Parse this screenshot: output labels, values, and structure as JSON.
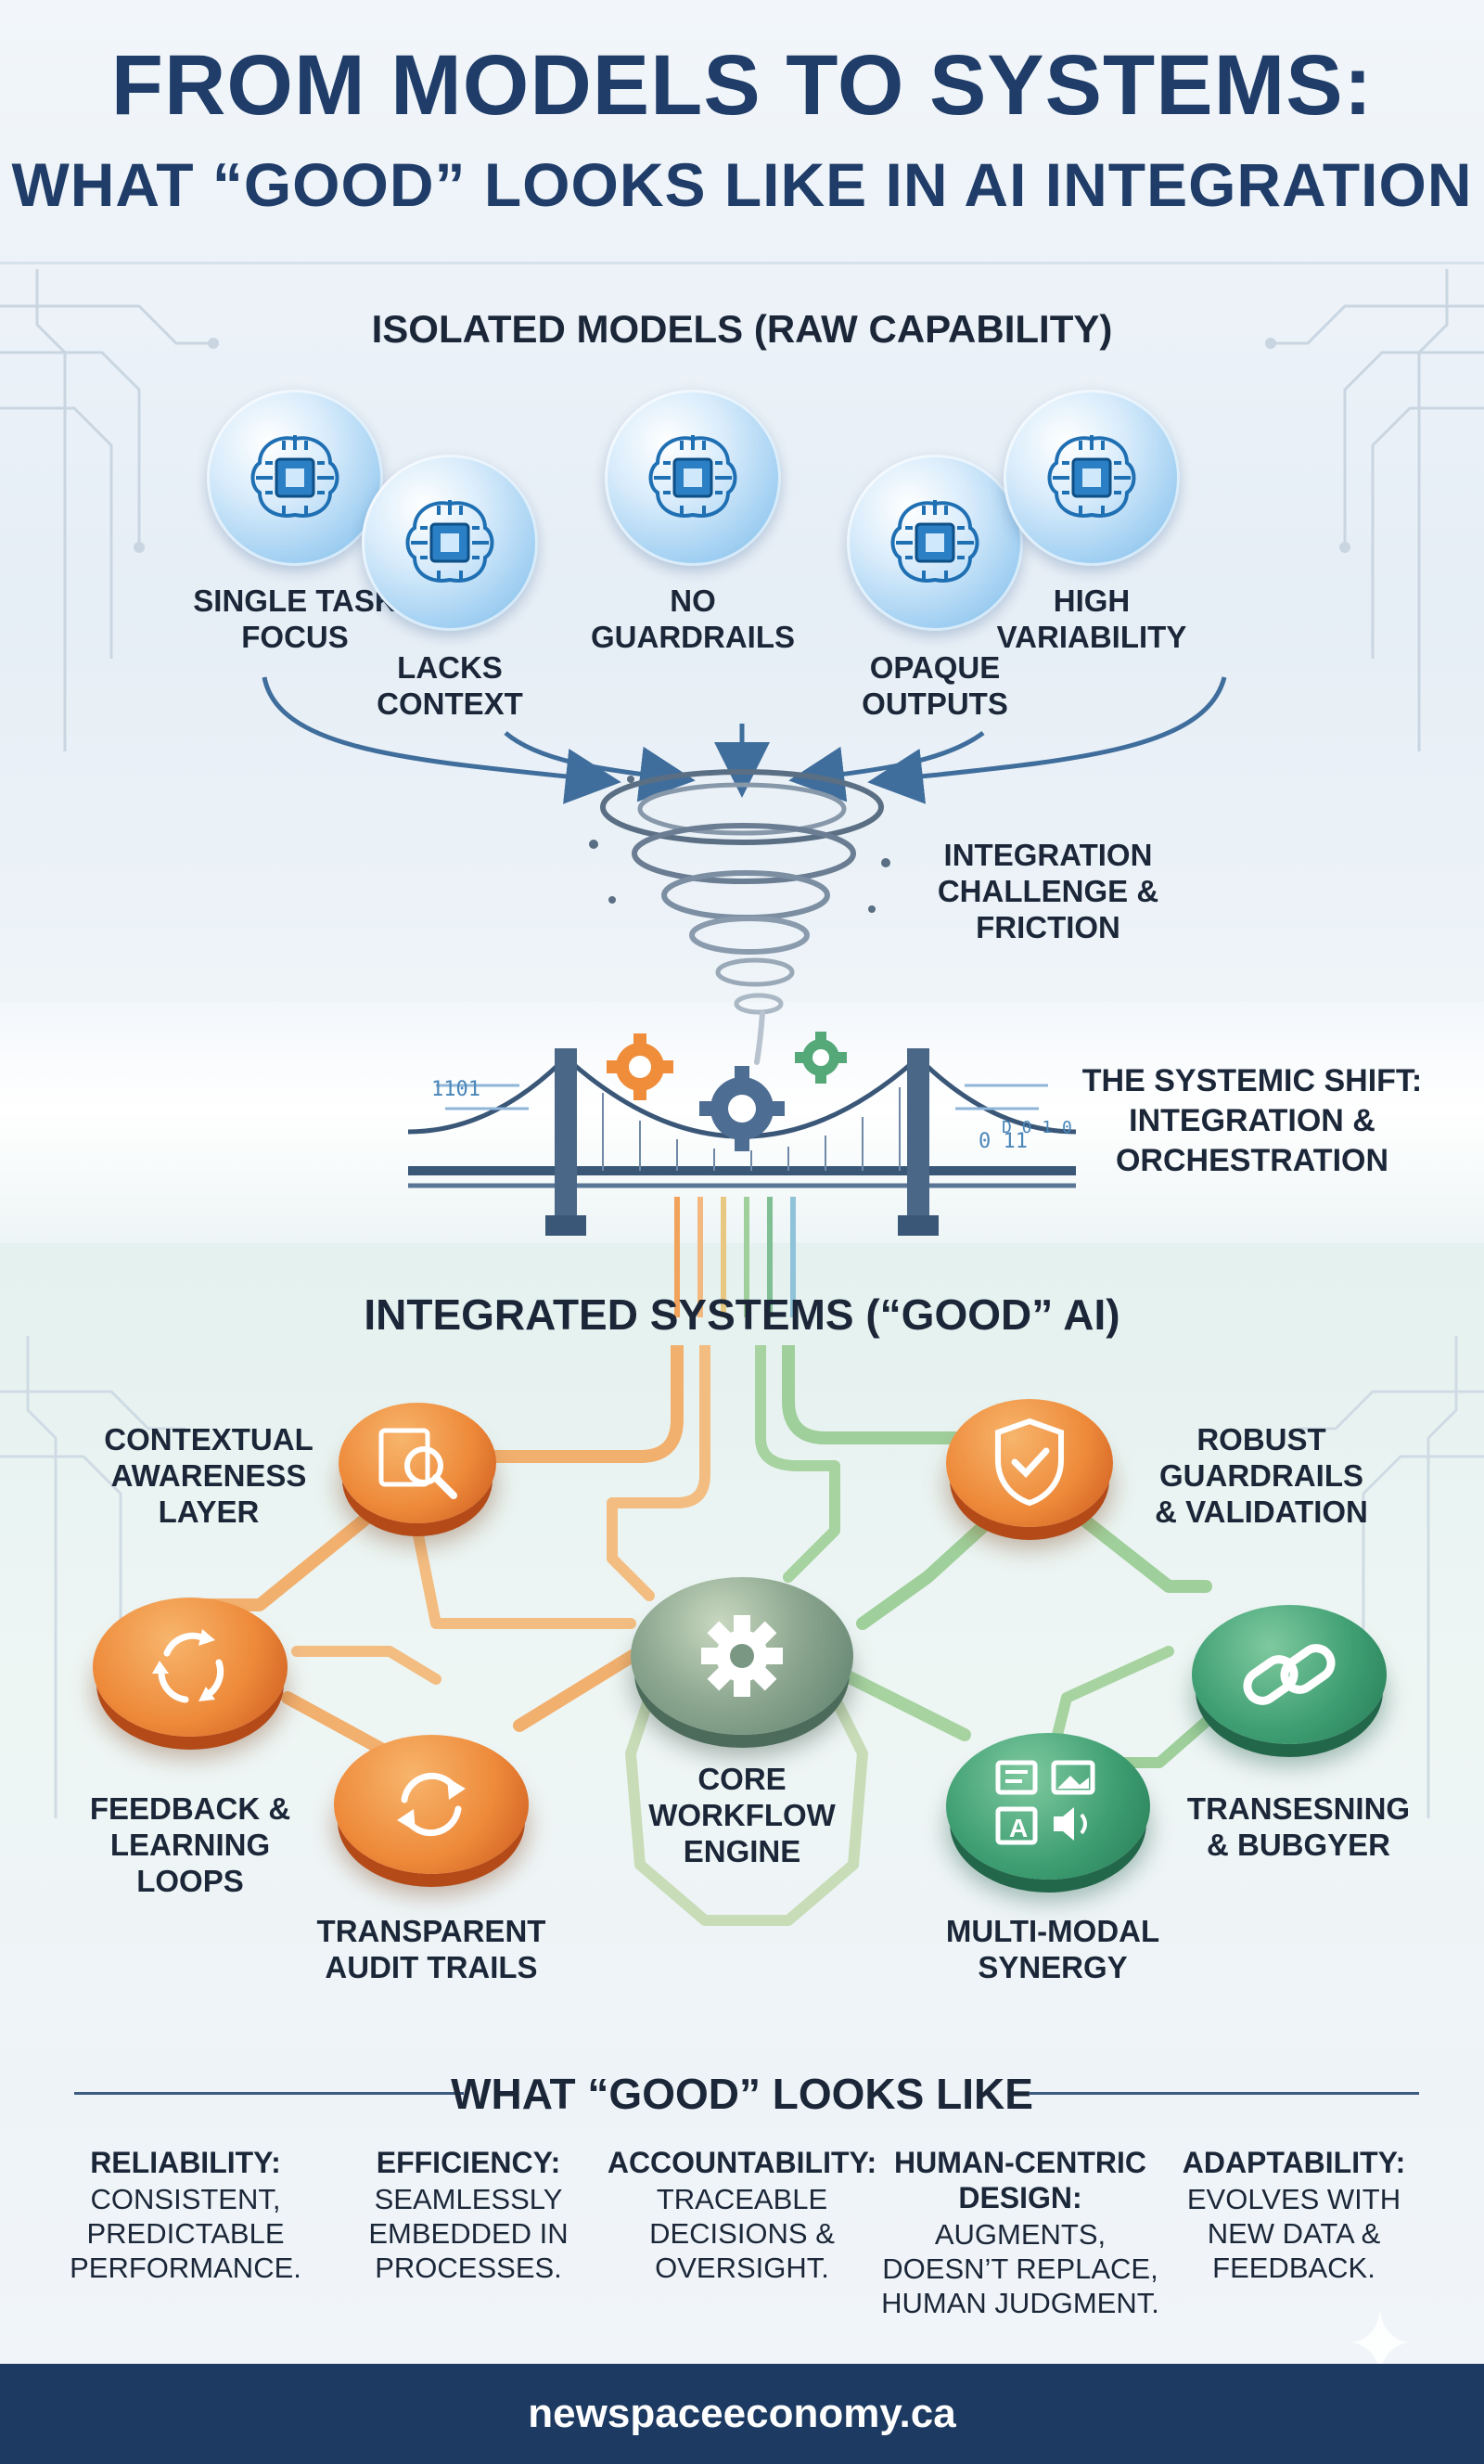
{
  "title": {
    "line1": "FROM MODELS TO SYSTEMS:",
    "line2": "WHAT “GOOD” LOOKS LIKE IN AI INTEGRATION"
  },
  "isolated": {
    "header": "ISOLATED MODELS (RAW CAPABILITY)",
    "items": [
      {
        "label": "SINGLE TASK\nFOCUS",
        "icon": "brain-chip-icon"
      },
      {
        "label": "LACKS\nCONTEXT",
        "icon": "brain-chip-icon"
      },
      {
        "label": "NO\nGUARDRAILS",
        "icon": "brain-chip-icon"
      },
      {
        "label": "OPAQUE\nOUTPUTS",
        "icon": "brain-chip-icon"
      },
      {
        "label": "HIGH\nVARIABILITY",
        "icon": "brain-chip-icon"
      }
    ]
  },
  "friction": {
    "label": "INTEGRATION\nCHALLENGE &\nFRICTION",
    "icon": "tornado-icon"
  },
  "shift": {
    "label": "THE SYSTEMIC SHIFT:\nINTEGRATION &\nORCHESTRATION",
    "icon": "bridge-icon",
    "binary_left": "1101",
    "binary_right_top": "0 11",
    "binary_right_bottom": "D 0 1 0"
  },
  "integrated": {
    "header": "INTEGRATED SYSTEMS (“GOOD” AI)",
    "nodes": [
      {
        "label": "CONTEXTUAL\nAWARENESS\nLAYER",
        "icon": "magnifier-icon",
        "color": "#ee8a3a"
      },
      {
        "label": "ROBUST\nGUARDRAILS\n& VALIDATION",
        "icon": "shield-check-icon",
        "color": "#ee8a3a"
      },
      {
        "label": "FEEDBACK &\nLEARNING LOOPS",
        "icon": "cycle-arrows-icon",
        "color": "#ee8a3a"
      },
      {
        "label": "CORE\nWORKFLOW\nENGINE",
        "icon": "gear-icon",
        "color": "#8ea891"
      },
      {
        "label": "TRANSESNING\n& BUBGYER",
        "icon": "chain-link-icon",
        "color": "#3f9f73"
      },
      {
        "label": "TRANSPARENT\nAUDIT TRAILS",
        "icon": "refresh-icon",
        "color": "#ee8a3a"
      },
      {
        "label": "MULTI-MODAL\nSYNERGY",
        "icon": "media-modes-icon",
        "color": "#3f9f73"
      }
    ]
  },
  "good": {
    "header": "WHAT “GOOD” LOOKS LIKE",
    "columns": [
      {
        "title": "RELIABILITY:",
        "desc": "CONSISTENT,\nPREDICTABLE\nPERFORMANCE."
      },
      {
        "title": "EFFICIENCY:",
        "desc": "SEAMLESSLY\nEMBEDDED IN\nPROCESSES."
      },
      {
        "title": "ACCOUNTABILITY:",
        "desc": "TRACEABLE\nDECISIONS &\nOVERSIGHT."
      },
      {
        "title": "HUMAN-CENTRIC\nDESIGN:",
        "desc": "AUGMENTS,\nDOESN’T REPLACE,\nHUMAN JUDGMENT."
      },
      {
        "title": "ADAPTABILITY:",
        "desc": "EVOLVES WITH\nNEW DATA &\nFEEDBACK."
      }
    ]
  },
  "footer": {
    "url": "newspaceeconomy.ca"
  },
  "colors": {
    "navy": "#1c3a62",
    "orange": "#ee8a3a",
    "green": "#3f9f73",
    "blue": "#6aa9dd"
  }
}
